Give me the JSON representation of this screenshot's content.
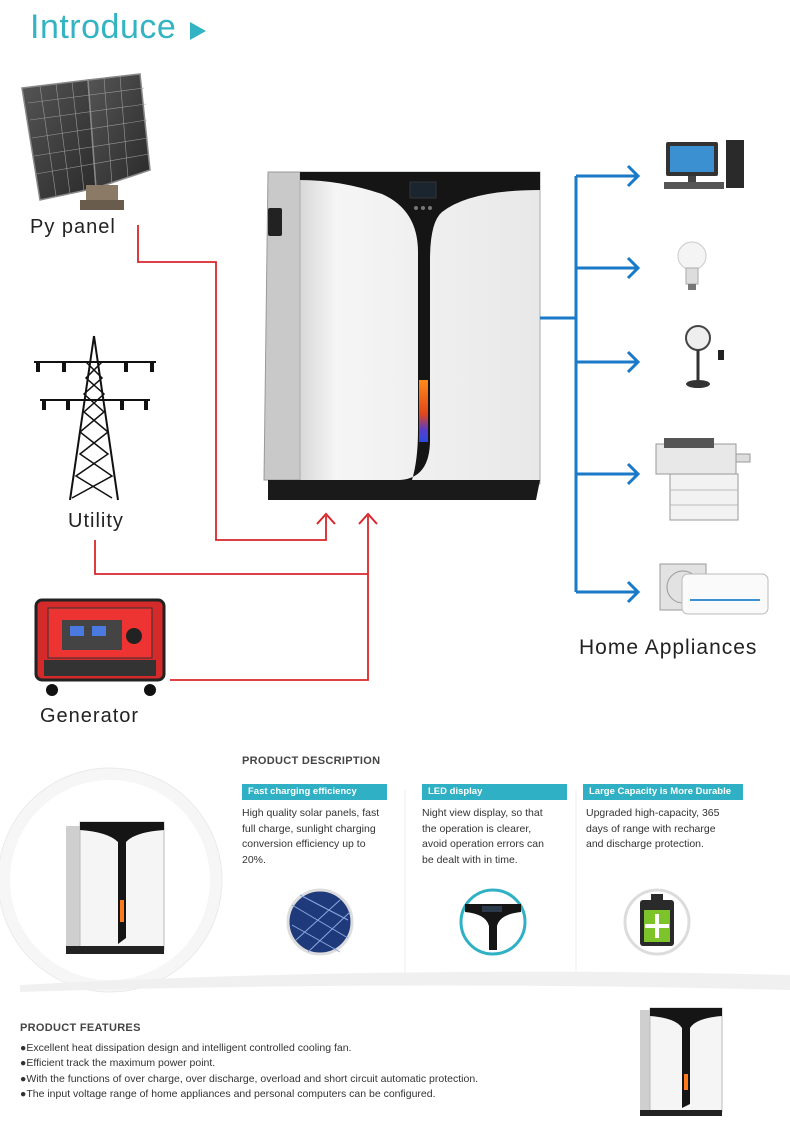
{
  "header": {
    "title": "Introduce"
  },
  "diagram": {
    "sources": [
      {
        "id": "pv",
        "label": "Py panel"
      },
      {
        "id": "utility",
        "label": "Utility"
      },
      {
        "id": "generator",
        "label": "Generator"
      }
    ],
    "target_label": "Home Appliances",
    "appliances": [
      "computer-icon",
      "bulb-icon",
      "fan-icon",
      "copier-icon",
      "air-conditioner-icon"
    ],
    "colors": {
      "input_line": "#d9262b",
      "output_line": "#1a7ac8",
      "accent": "#33b4c2"
    }
  },
  "description": {
    "title": "PRODUCT DESCRIPTION",
    "columns": [
      {
        "tag": "Fast charging efficiency",
        "lines": [
          "High quality solar panels, fast",
          "full charge, sunlight charging",
          "conversion efficiency up to",
          "20%."
        ]
      },
      {
        "tag": "LED display",
        "lines": [
          "Night view display, so that",
          "the operation is clearer,",
          "avoid operation errors can",
          "be dealt with in time."
        ]
      },
      {
        "tag": "Large Capacity is More Durable",
        "lines": [
          "Upgraded high-capacity, 365",
          "days of range with recharge",
          "and discharge protection."
        ]
      }
    ]
  },
  "features": {
    "title": "PRODUCT FEATURES",
    "items": [
      "●Excellent heat dissipation design and intelligent controlled cooling fan.",
      "●Efficient track the maximum power point.",
      "●With the functions of over charge, over discharge, overload and short circuit automatic protection.",
      "●The input voltage range of home appliances and personal computers can be configured."
    ]
  }
}
